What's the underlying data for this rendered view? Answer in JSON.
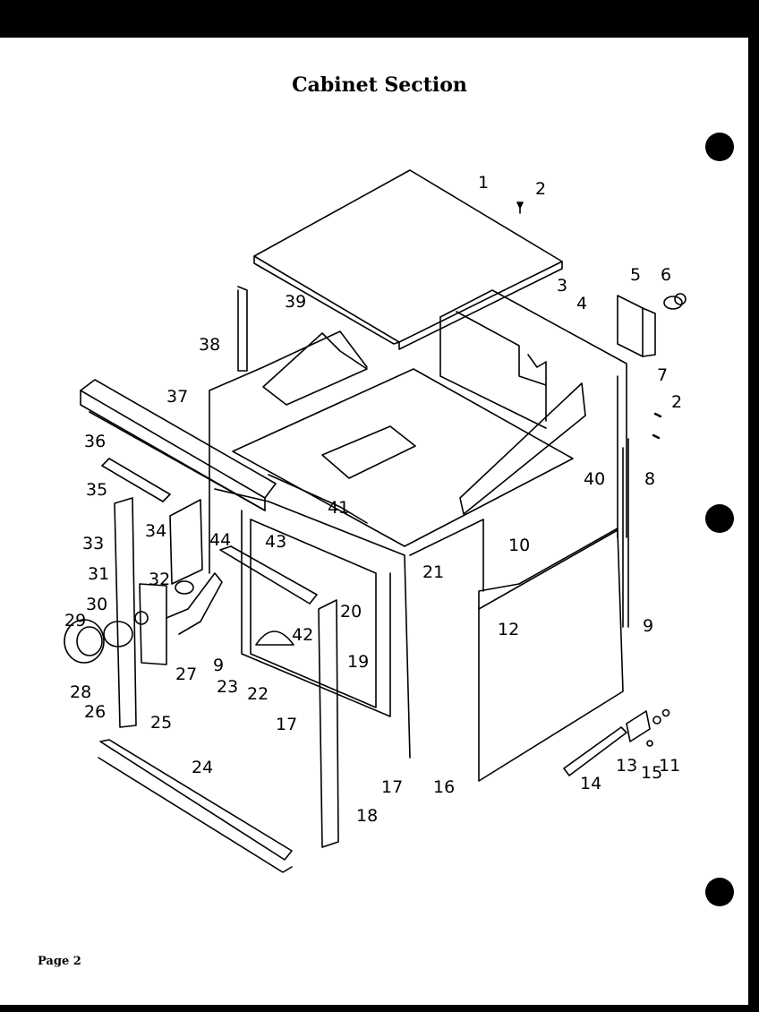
{
  "title": "Cabinet Section",
  "page_label": "Page 2",
  "callouts": [
    {
      "name": "part-1",
      "label": "1"
    },
    {
      "name": "part-2-top",
      "label": "2"
    },
    {
      "name": "part-3",
      "label": "3"
    },
    {
      "name": "part-4",
      "label": "4"
    },
    {
      "name": "part-5",
      "label": "5"
    },
    {
      "name": "part-6",
      "label": "6"
    },
    {
      "name": "part-7",
      "label": "7"
    },
    {
      "name": "part-2-right",
      "label": "2"
    },
    {
      "name": "part-8",
      "label": "8"
    },
    {
      "name": "part-40",
      "label": "40"
    },
    {
      "name": "part-39",
      "label": "39"
    },
    {
      "name": "part-38",
      "label": "38"
    },
    {
      "name": "part-37",
      "label": "37"
    },
    {
      "name": "part-36",
      "label": "36"
    },
    {
      "name": "part-35",
      "label": "35"
    },
    {
      "name": "part-34",
      "label": "34"
    },
    {
      "name": "part-33",
      "label": "33"
    },
    {
      "name": "part-31",
      "label": "31"
    },
    {
      "name": "part-32",
      "label": "32"
    },
    {
      "name": "part-30",
      "label": "30"
    },
    {
      "name": "part-29",
      "label": "29"
    },
    {
      "name": "part-28",
      "label": "28"
    },
    {
      "name": "part-26",
      "label": "26"
    },
    {
      "name": "part-25",
      "label": "25"
    },
    {
      "name": "part-27",
      "label": "27"
    },
    {
      "name": "part-9-left",
      "label": "9"
    },
    {
      "name": "part-23",
      "label": "23"
    },
    {
      "name": "part-22",
      "label": "22"
    },
    {
      "name": "part-17-left",
      "label": "17"
    },
    {
      "name": "part-24",
      "label": "24"
    },
    {
      "name": "part-44",
      "label": "44"
    },
    {
      "name": "part-43",
      "label": "43"
    },
    {
      "name": "part-42",
      "label": "42"
    },
    {
      "name": "part-41",
      "label": "41"
    },
    {
      "name": "part-21",
      "label": "21"
    },
    {
      "name": "part-20",
      "label": "20"
    },
    {
      "name": "part-19",
      "label": "19"
    },
    {
      "name": "part-18",
      "label": "18"
    },
    {
      "name": "part-17-right",
      "label": "17"
    },
    {
      "name": "part-16",
      "label": "16"
    },
    {
      "name": "part-10",
      "label": "10"
    },
    {
      "name": "part-12",
      "label": "12"
    },
    {
      "name": "part-9-right",
      "label": "9"
    },
    {
      "name": "part-13",
      "label": "13"
    },
    {
      "name": "part-15",
      "label": "15"
    },
    {
      "name": "part-11",
      "label": "11"
    },
    {
      "name": "part-14",
      "label": "14"
    }
  ]
}
